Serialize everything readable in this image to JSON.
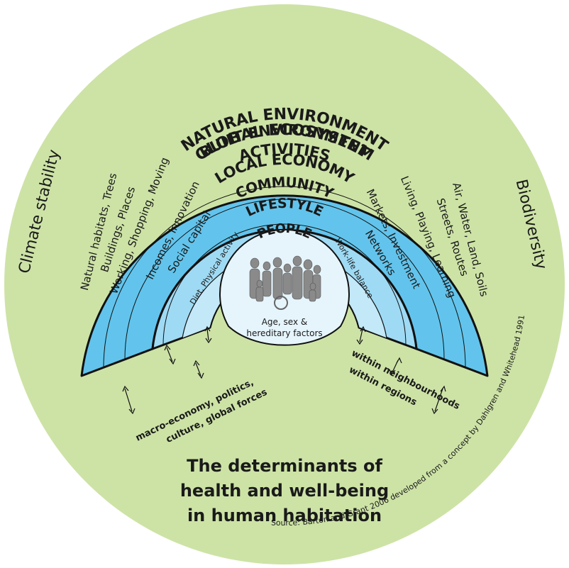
{
  "colors": {
    "ecosystem": "#cde3a6",
    "outer_band": "#62c4ec",
    "middle_band": "#9fdaf4",
    "inner_band": "#c3e8f8",
    "core": "#e6f5fc",
    "outline": "#111111"
  },
  "rings": {
    "global": "GLOBAL ECOSYSTEM",
    "natural": "NATURAL ENVIRONMENT",
    "built": "BUILT ENVIRONMENT",
    "activities": "ACTIVITIES",
    "economy": "LOCAL ECONOMY",
    "community": "COMMUNITY",
    "lifestyle": "LIFESTYLE",
    "people": "PEOPLE"
  },
  "side_labels": {
    "left": "Climate stability",
    "right": "Biodiversity"
  },
  "spokes_left": [
    "Natural habitats, Trees",
    "Buildings, Places",
    "Working, Shopping, Moving",
    "Incomes, Innovation",
    "Social capital",
    "Diet, Physical activity"
  ],
  "spokes_right": [
    "Air, Water, Land, Soils",
    "Streets, Routes",
    "Living, Playing, Learning",
    "Markets, Investment",
    "Networks",
    "Work-life balance"
  ],
  "core": {
    "line1": "Age, sex &",
    "line2": "hereditary factors"
  },
  "influences": {
    "left_line1": "macro-economy, politics,",
    "left_line2": "culture, global forces",
    "right_line1": "within neighbourhoods",
    "right_line2": "within regions"
  },
  "title": {
    "line1": "The determinants of",
    "line2": "health and well-being",
    "line3": "in human habitation"
  },
  "credit": "Source: Barton and Grant 2006 developed from a concept by Dahlgren and Whitehead 1991"
}
